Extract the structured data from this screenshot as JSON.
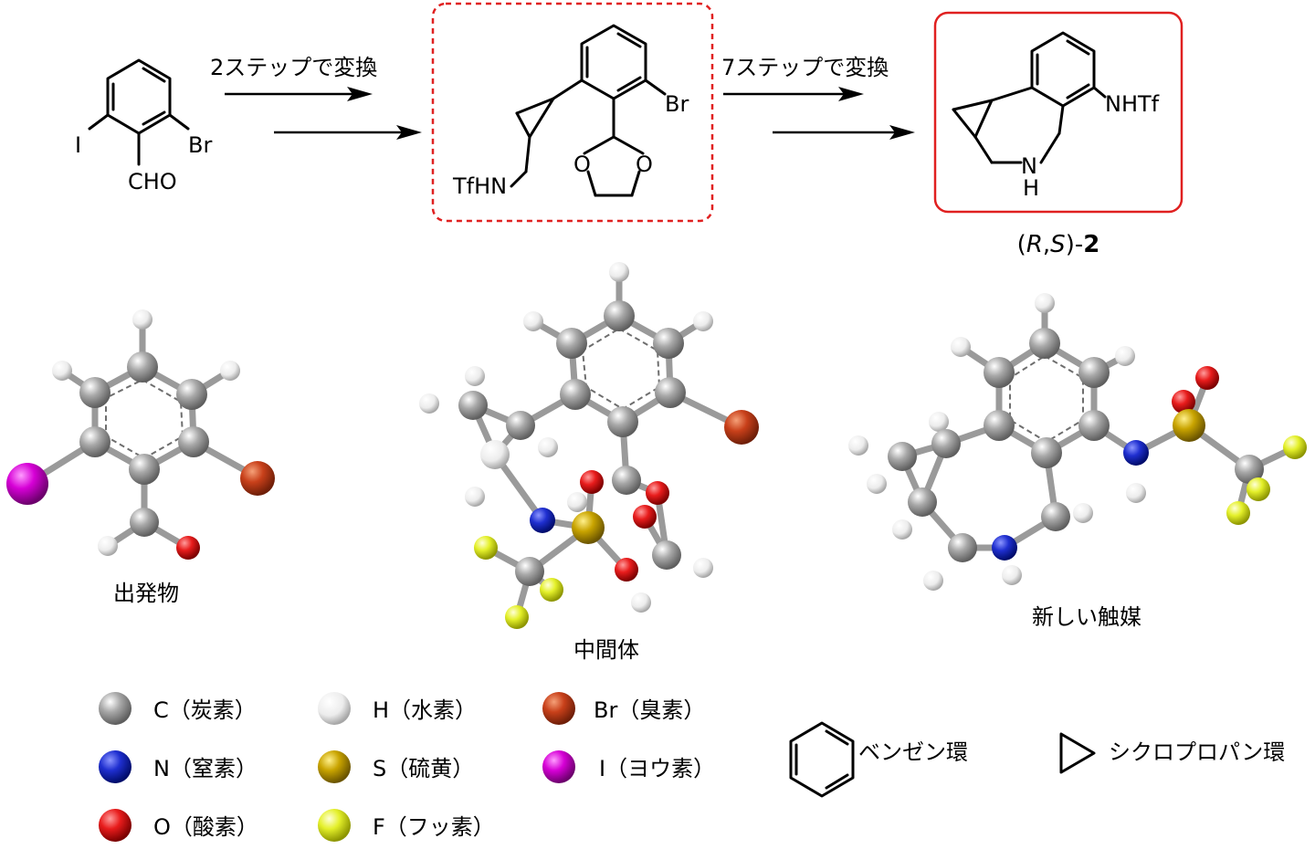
{
  "arrows": [
    {
      "label": "2ステップで変換"
    },
    {
      "label": "7ステップで変換"
    }
  ],
  "atom_labels": {
    "br": "Br",
    "i": "I",
    "cho": "CHO",
    "o": "O",
    "tfhn": "TfHN",
    "nhtf": "NHTf",
    "n": "N",
    "h": "H"
  },
  "compound_label": {
    "open": "(",
    "r": "R",
    "comma": ",",
    "s": "S",
    "close": ")-",
    "num": "2"
  },
  "captions": {
    "start": "出発物",
    "intermediate": "中間体",
    "catalyst": "新しい触媒"
  },
  "legend": {
    "atoms": [
      {
        "label": "C（炭素）",
        "color": "#9e9e9e"
      },
      {
        "label": "H（水素）",
        "color": "#f2f2f2"
      },
      {
        "label": "Br（臭素）",
        "color": "#c8401a"
      },
      {
        "label": "N（窒素）",
        "color": "#1f2fd0"
      },
      {
        "label": "S（硫黄）",
        "color": "#c9a400"
      },
      {
        "label": "I（ヨウ素）",
        "color": "#d600d6"
      },
      {
        "label": "O（酸素）",
        "color": "#e81c1c"
      },
      {
        "label": "F（フッ素）",
        "color": "#e4f02a"
      }
    ],
    "rings": [
      {
        "label": "ベンゼン環",
        "icon": "benzene-ring-icon"
      },
      {
        "label": "シクロプロパン環",
        "icon": "triangle-icon"
      }
    ]
  },
  "colors": {
    "highlight": "#e02020"
  }
}
